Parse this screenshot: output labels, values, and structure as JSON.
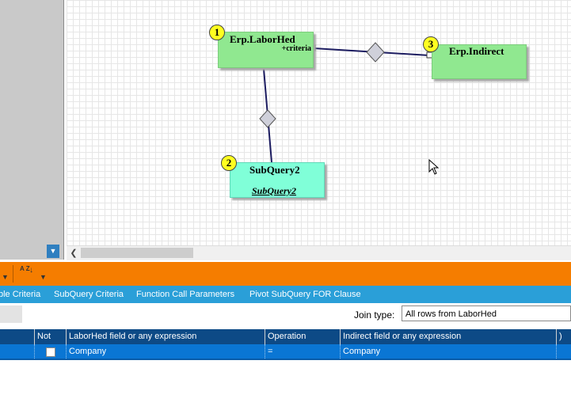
{
  "diagram": {
    "tables": [
      {
        "number": "1",
        "name": "Erp.LaborHed",
        "field": "+criteria"
      },
      {
        "number": "2",
        "name": "SubQuery2",
        "subtitle": "SubQuery2"
      },
      {
        "number": "3",
        "name": "Erp.Indirect"
      }
    ]
  },
  "toolbar": {
    "sort_icon_label": "A Z"
  },
  "tabs": [
    {
      "label": "ble Criteria"
    },
    {
      "label": "SubQuery Criteria"
    },
    {
      "label": "Function Call Parameters"
    },
    {
      "label": "Pivot SubQuery FOR Clause"
    }
  ],
  "join": {
    "label": "Join type:",
    "value": "All rows from LaborHed"
  },
  "grid": {
    "columns": [
      "Not",
      "LaborHed field or any expression",
      "Operation",
      "Indirect field or any expression",
      ")"
    ],
    "rows": [
      {
        "not": false,
        "left": "Company",
        "operation": "=",
        "right": "Company"
      }
    ]
  },
  "colors": {
    "toolbar": "#f57d00",
    "tabbar": "#2a9fd8",
    "grid_header": "#0d4a86",
    "selected_row": "#0a76d4",
    "table_fill": "#90e890",
    "subquery_fill": "#80ffd8"
  }
}
